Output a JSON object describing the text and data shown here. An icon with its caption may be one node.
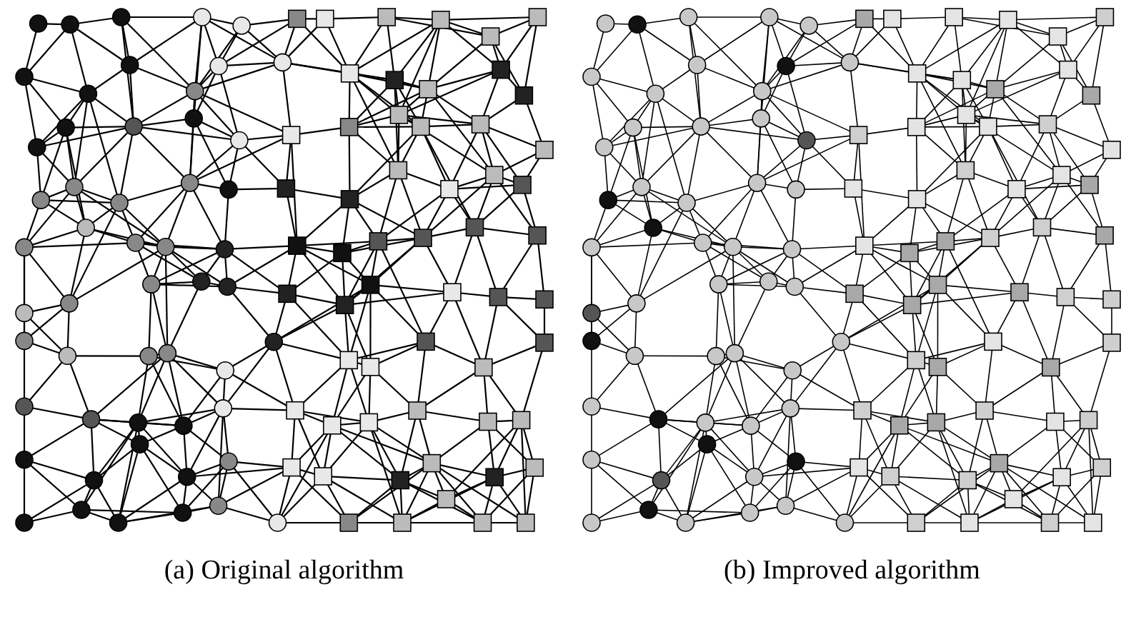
{
  "diagram": {
    "nodes": [
      {
        "text": [],
        "shape": "picture",
        "beside": [
          "(a) Original algorithm"
        ]
      },
      {
        "text": [],
        "shape": "picture",
        "beside": [
          "(b) Improved algorithm"
        ]
      }
    ]
  }
}
